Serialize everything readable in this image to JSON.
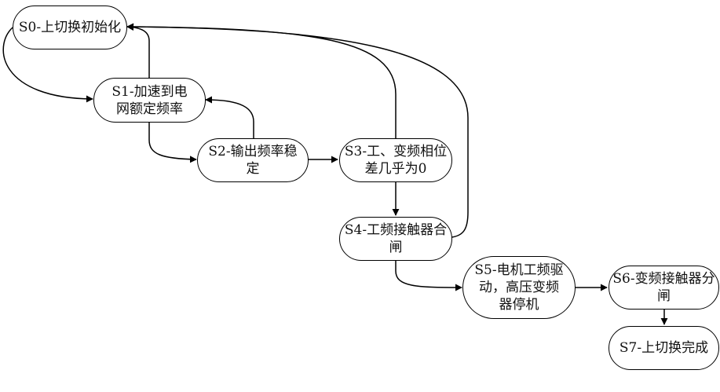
{
  "diagram": {
    "type": "state-flow",
    "nodes": [
      {
        "id": "S0",
        "label": "S0-上切换初始化"
      },
      {
        "id": "S1",
        "label": "S1-加速到电网额定频率"
      },
      {
        "id": "S2",
        "label": "S2-输出频率稳定"
      },
      {
        "id": "S3",
        "label": "S3-工、变频相位差几乎为0"
      },
      {
        "id": "S4",
        "label": "S4-工频接触器合闸"
      },
      {
        "id": "S5",
        "label": "S5-电机工频驱动，高压变频器停机"
      },
      {
        "id": "S6",
        "label": "S6-变频接触器分闸"
      },
      {
        "id": "S7",
        "label": "S7-上切换完成"
      }
    ],
    "edges": [
      {
        "from": "S0",
        "to": "S1"
      },
      {
        "from": "S1",
        "to": "S0"
      },
      {
        "from": "S1",
        "to": "S2"
      },
      {
        "from": "S2",
        "to": "S1"
      },
      {
        "from": "S2",
        "to": "S3"
      },
      {
        "from": "S3",
        "to": "S0"
      },
      {
        "from": "S3",
        "to": "S4"
      },
      {
        "from": "S4",
        "to": "S0"
      },
      {
        "from": "S4",
        "to": "S5"
      },
      {
        "from": "S5",
        "to": "S6"
      },
      {
        "from": "S6",
        "to": "S7"
      }
    ],
    "stroke_color": "#000000",
    "fill_color": "#ffffff"
  }
}
